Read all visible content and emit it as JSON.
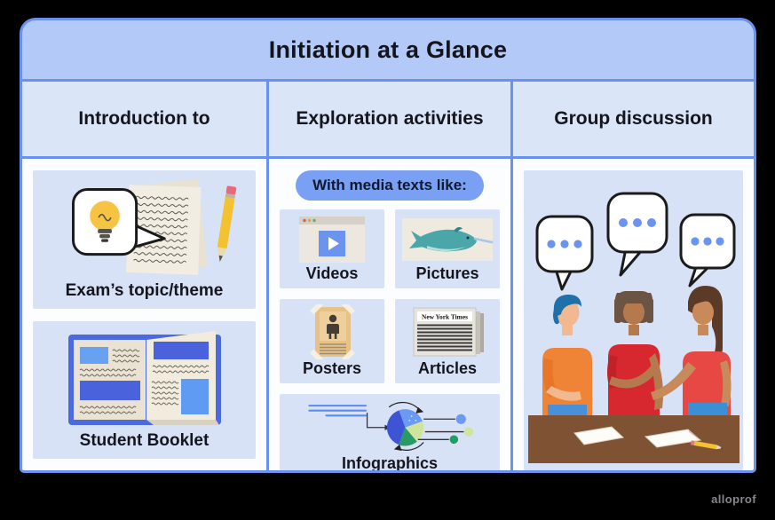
{
  "title": "Initiation at a Glance",
  "columns": [
    {
      "header": "Introduction to"
    },
    {
      "header": "Exploration activities"
    },
    {
      "header": "Group discussion"
    }
  ],
  "intro": {
    "items": [
      {
        "label": "Exam’s topic/theme"
      },
      {
        "label": "Student Booklet"
      }
    ]
  },
  "exploration": {
    "pill": "With media texts like:",
    "media": [
      {
        "label": "Videos"
      },
      {
        "label": "Pictures"
      },
      {
        "label": "Posters"
      },
      {
        "label": "Articles"
      },
      {
        "label": "Infographics"
      }
    ],
    "article_masthead": "New York Times"
  },
  "watermark": "alloprof",
  "palette": {
    "outer_background": "#000000",
    "border_blue": "#6992ef",
    "title_band_blue": "#b3c9f7",
    "header_cell_blue": "#dbe5f8",
    "tile_blue": "#d8e2f6",
    "pill_blue": "#79a0f2",
    "dot_blue": "#6b93f0",
    "text_dark": "#15151e",
    "watermark_gray": "#86868c"
  }
}
